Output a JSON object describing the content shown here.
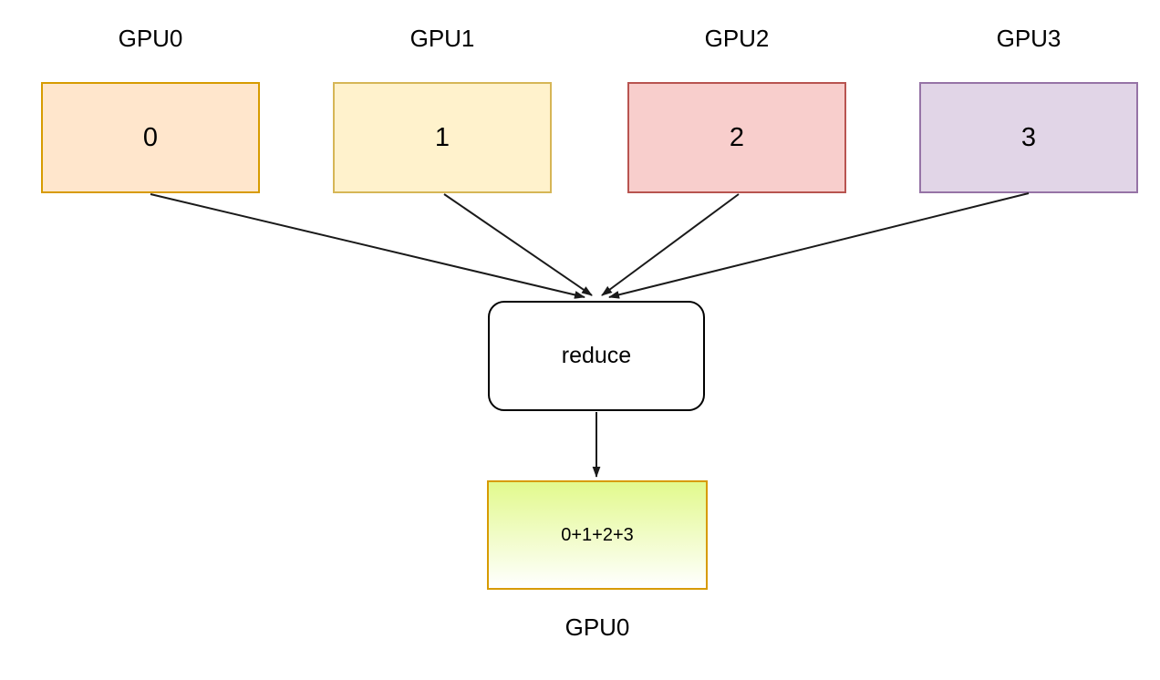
{
  "diagram": {
    "title_semantic": "reduce operation across GPUs",
    "gpus": [
      {
        "label": "GPU0",
        "value": "0",
        "fill": "#ffe6cc",
        "stroke": "#d79b00"
      },
      {
        "label": "GPU1",
        "value": "1",
        "fill": "#fff2cc",
        "stroke": "#d6b656"
      },
      {
        "label": "GPU2",
        "value": "2",
        "fill": "#f8cecc",
        "stroke": "#b85450"
      },
      {
        "label": "GPU3",
        "value": "3",
        "fill": "#e1d5e7",
        "stroke": "#9673a6"
      }
    ],
    "operation": {
      "label": "reduce",
      "fill": "#ffffff",
      "stroke": "#000000"
    },
    "result": {
      "value": "0+1+2+3",
      "label": "GPU0",
      "stroke": "#d79b00",
      "gradient_top": "#e2f98d",
      "gradient_bottom": "#ffffff"
    },
    "edge_color": "#1a1a1a"
  }
}
